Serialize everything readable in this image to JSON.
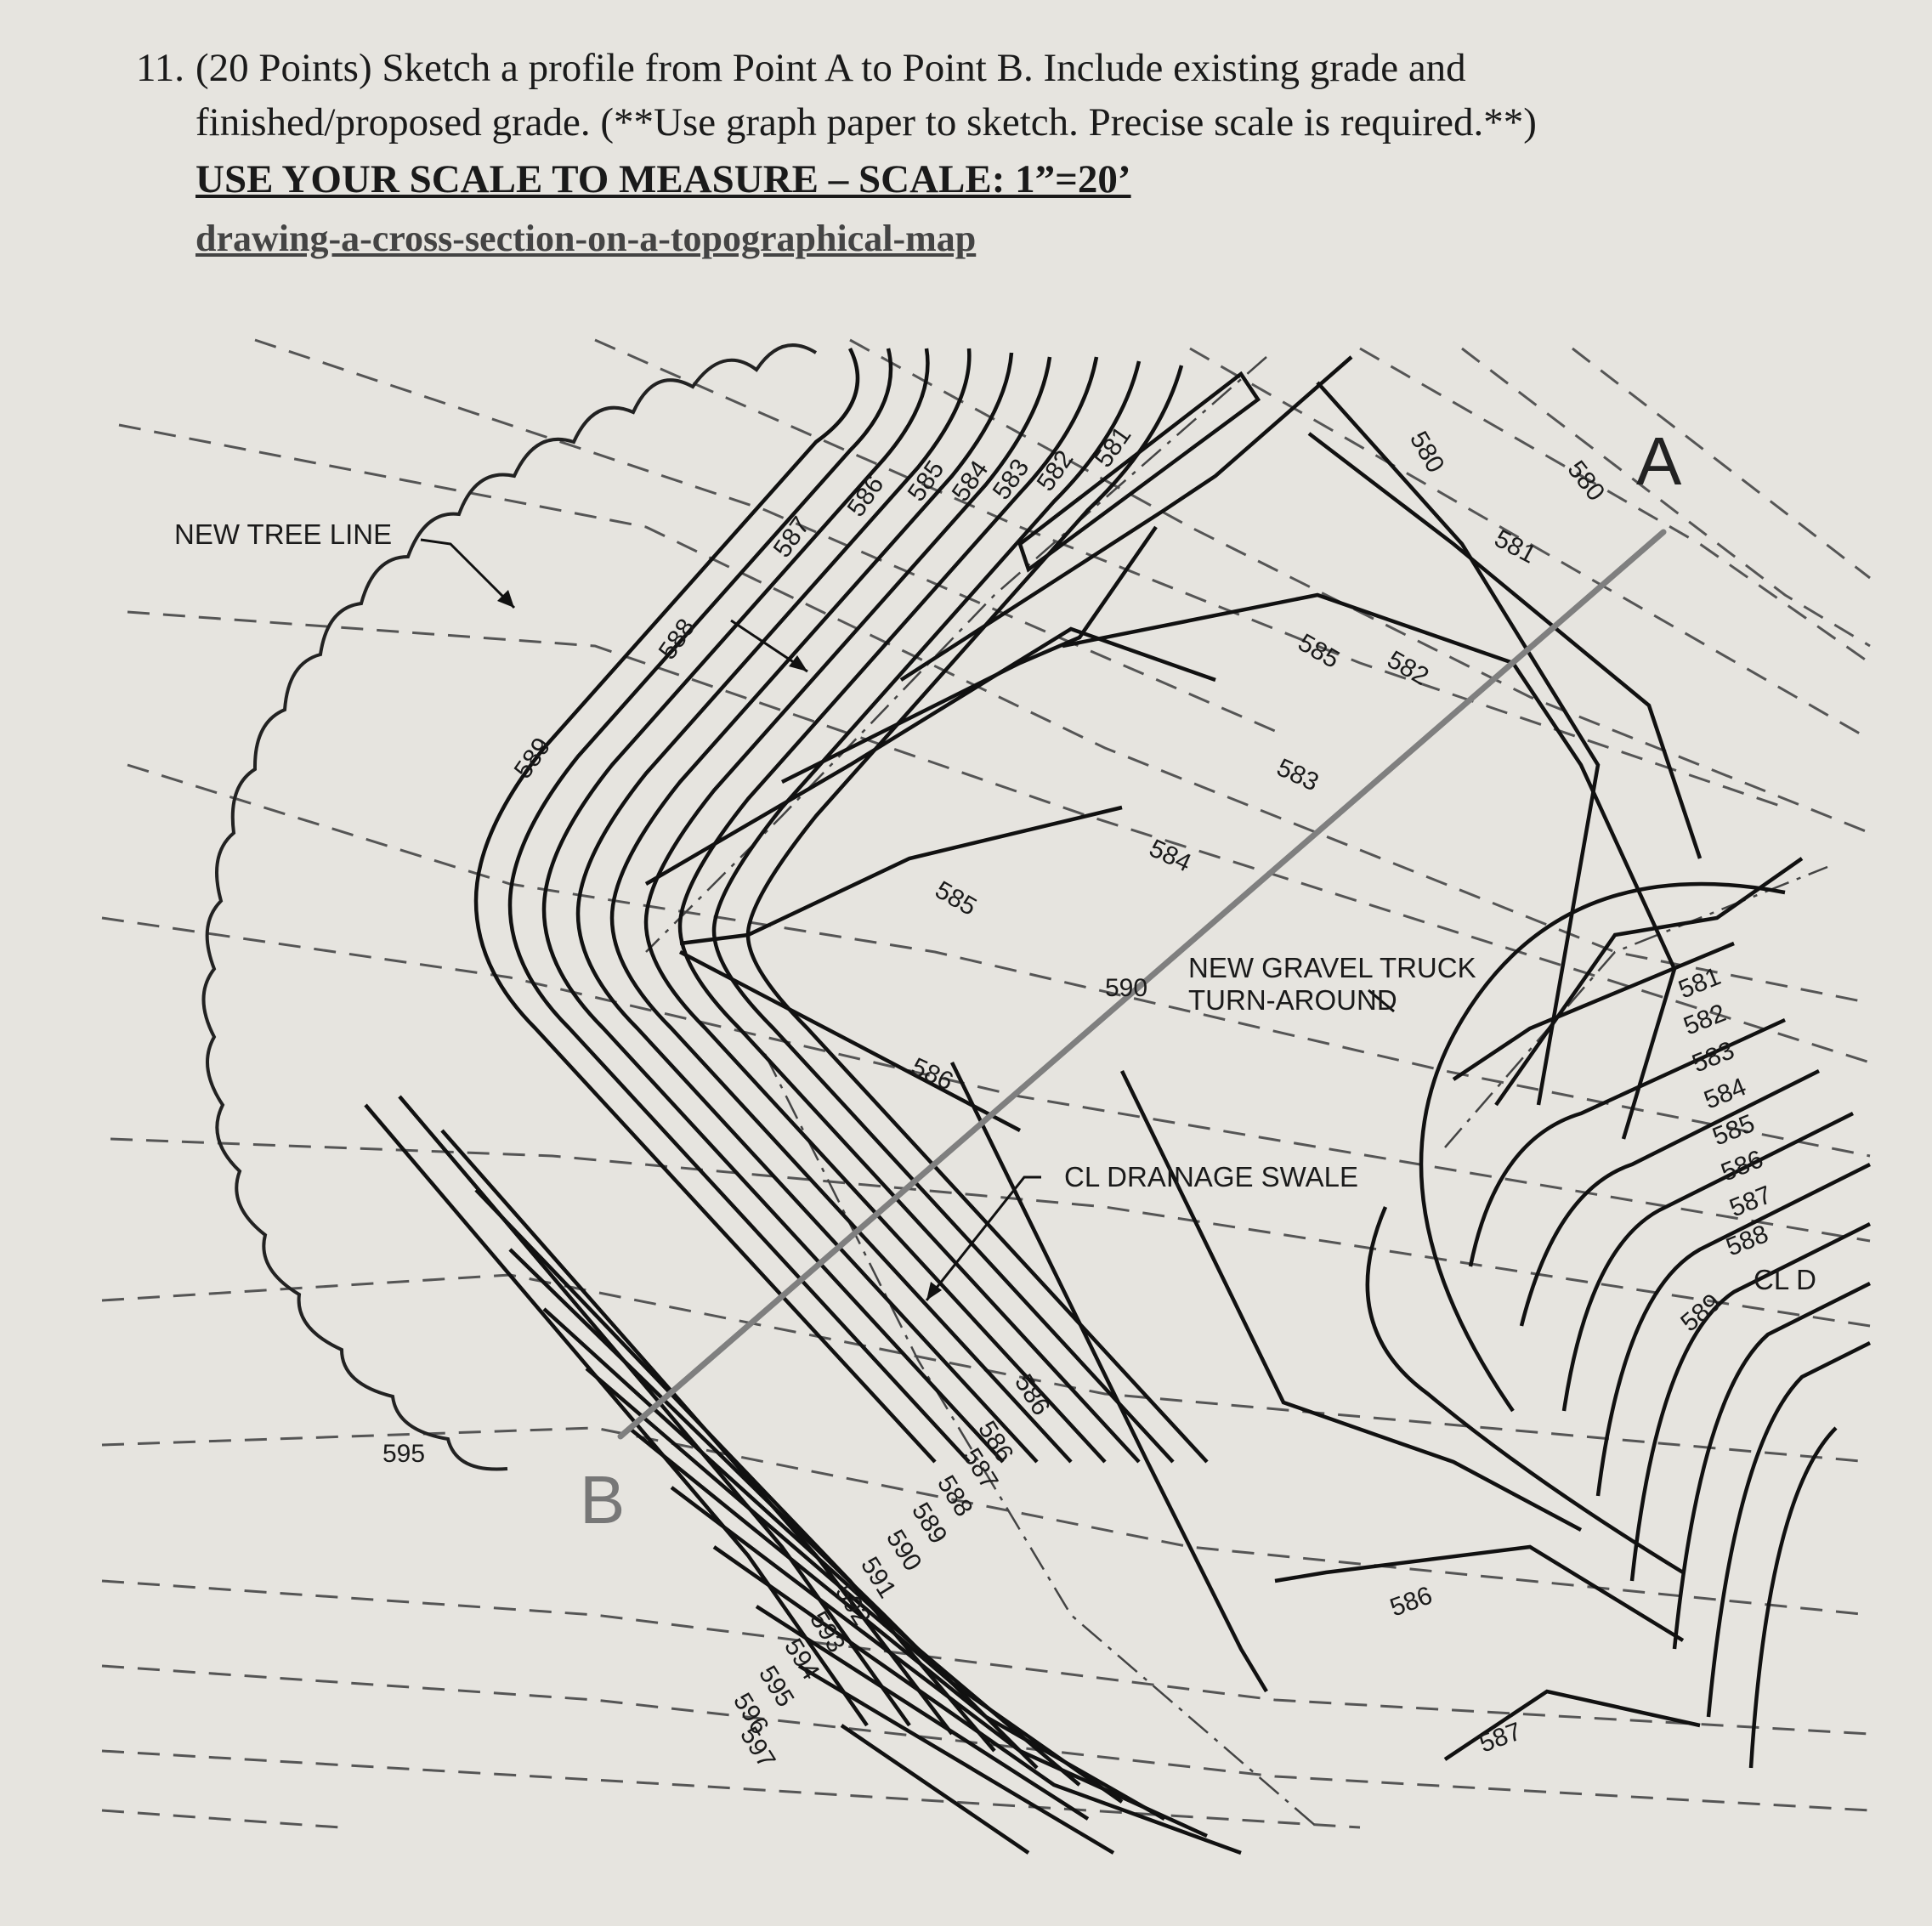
{
  "question": {
    "number": "11.",
    "line1": "(20 Points) Sketch a profile from Point A to Point B. Include existing grade and",
    "line2": "finished/proposed grade. (**Use graph paper to sketch. Precise scale is required.**)",
    "scale_instruction": "USE YOUR SCALE TO MEASURE – SCALE: 1”=20’",
    "reference": "drawing-a-cross-section-on-a-topographical-map"
  },
  "map": {
    "point_a": "A",
    "point_b": "B",
    "callouts": {
      "tree_line": "NEW TREE LINE",
      "turnaround_1": "NEW GRAVEL TRUCK",
      "turnaround_2": "TURN-AROUND",
      "swale": "CL DRAINAGE SWALE",
      "cl_fragment": "CL D"
    },
    "contour_labels": {
      "upper_fan": [
        "586",
        "585",
        "584",
        "583",
        "582",
        "581"
      ],
      "c587": "587",
      "c588": "588",
      "c589": "589",
      "existing_580_a": "580",
      "existing_580_b": "580",
      "c581_existing": "581",
      "c585_existing": "585",
      "c582_existing": "582",
      "c583_existing": "583",
      "c584_existing": "584",
      "c585_mid": "585",
      "c590_mid": "590",
      "c586_mid": "586",
      "c586_swale": "586",
      "lower_stack": [
        "586",
        "587",
        "588",
        "589",
        "590",
        "591",
        "592",
        "593",
        "594",
        "595",
        "596",
        "597"
      ],
      "c595_left": "595",
      "c586_bottom": "586",
      "c587_bottom": "587",
      "right_stack": [
        "581",
        "582",
        "583",
        "584",
        "585",
        "586",
        "587",
        "588",
        "589"
      ]
    }
  }
}
